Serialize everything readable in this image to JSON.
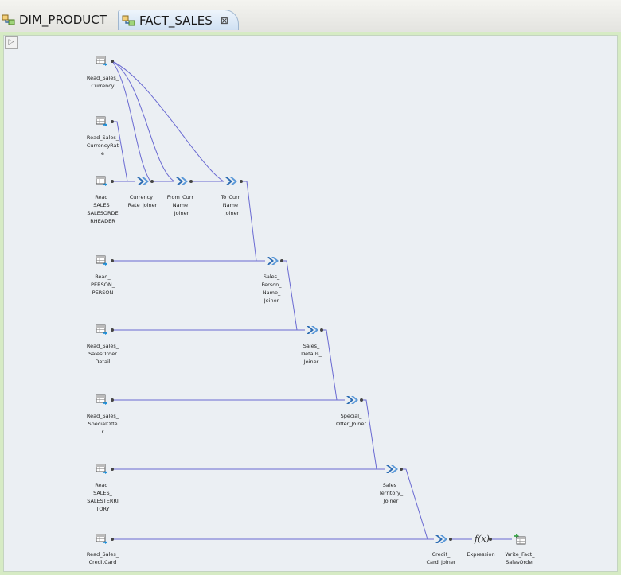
{
  "tabs": [
    {
      "label": "DIM_PRODUCT",
      "icon": "mapping-icon",
      "active": false
    },
    {
      "label": "FACT_SALES",
      "icon": "mapping-icon",
      "active": true,
      "close_icon": "close-icon"
    }
  ],
  "nodes": {
    "read_sales_currency": "Read_Sales_\nCurrency",
    "read_sales_currencyrate": "Read_Sales_\nCurrencyRat\ne",
    "read_sales_salesorderheader": "Read_\nSALES_\nSALESORDE\nRHEADER",
    "currency_rate_joiner": "Currency_\nRate_Joiner",
    "from_curr_name_joiner": "From_Curr_\nName_\nJoiner",
    "to_curr_name_joiner": "To_Curr_\nName_\nJoiner",
    "read_person_person": "Read_\nPERSON_\nPERSON",
    "sales_person_name_joiner": "Sales_\nPerson_\nName_\nJoiner",
    "read_sales_salesorderdetail": "Read_Sales_\nSalesOrder\nDetail",
    "sales_details_joiner": "Sales_\nDetails_\nJoiner",
    "read_sales_specialoffer": "Read_Sales_\nSpecialOffe\nr",
    "special_offer_joiner": "Special_\nOffer_Joiner",
    "read_sales_salesterritory": "Read_\nSALES_\nSALESTERRI\nTORY",
    "sales_territory_joiner": "Sales_\nTerritory_\nJoiner",
    "read_sales_creditcard": "Read_Sales_\nCreditCard",
    "credit_card_joiner": "Credit_\nCard_Joiner",
    "expression": "Expression",
    "write_fact_salesorder": "Write_Fact_\nSalesOrder",
    "expression_icon_text": "f(x)"
  },
  "colors": {
    "link": "#6a6ad2",
    "joiner_icon": "#2e6db3",
    "canvas_bg": "#ebeff3",
    "canvas_border": "#d6ebc4",
    "tab_active_bg": "#d6e6f5"
  },
  "icons": {
    "source": "read-source-icon",
    "joiner": "joiner-icon",
    "expression": "expression-icon",
    "target": "write-target-icon",
    "panel_toggle": "play-triangle-icon"
  }
}
